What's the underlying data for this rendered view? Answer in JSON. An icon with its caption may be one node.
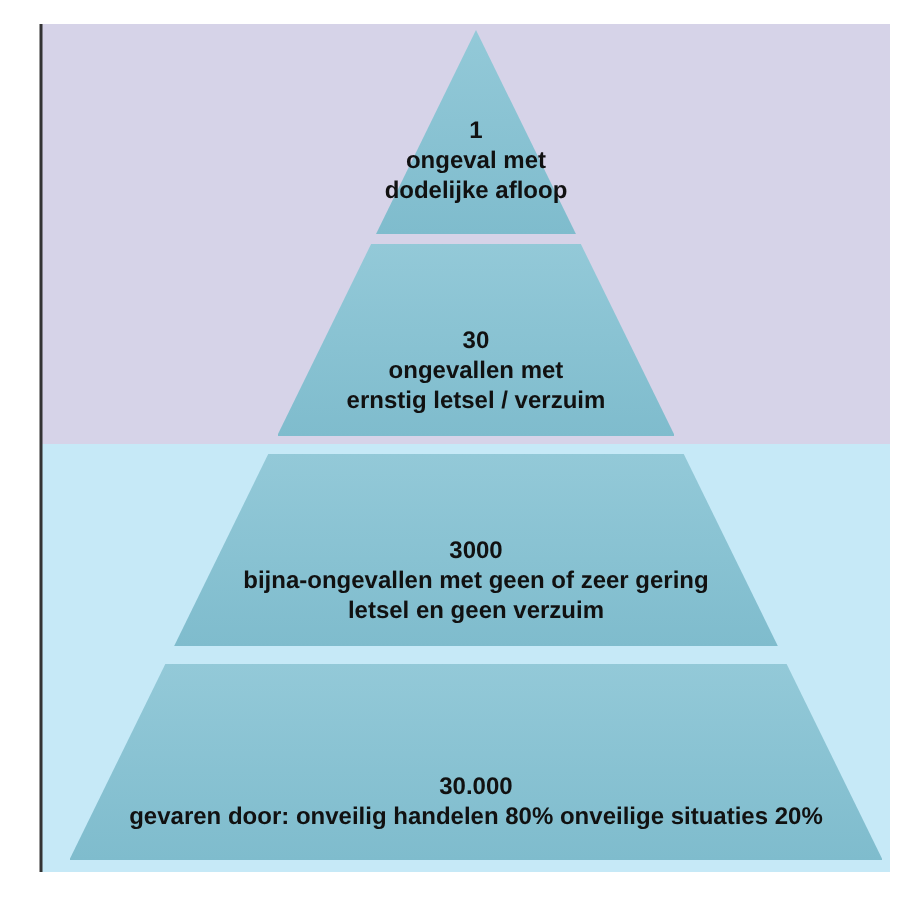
{
  "diagram": {
    "nodes": [
      {
        "text": [
          "1",
          "ongeval met dodelijke afloop"
        ]
      },
      {
        "text": [
          "30",
          "ongevallen met ernstig letsel / verzuim"
        ]
      },
      {
        "text": [
          "3000",
          "bijna-ongevallen met geen of zeer gering letsel en geen verzuim"
        ]
      },
      {
        "text": [
          "30.000",
          "gevaren door: onveilig handelen 80% onveilige situaties 20%"
        ]
      }
    ]
  }
}
